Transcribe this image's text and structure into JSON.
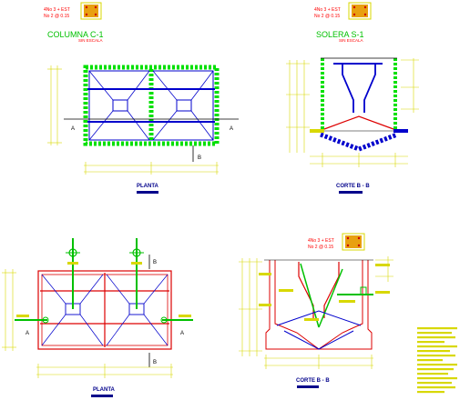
{
  "colors": {
    "background": "#ffffff",
    "concrete_green": "#00e000",
    "rebar_blue": "#0000cc",
    "wall_red": "#dd0000",
    "dimension_yellow": "#d8d800",
    "section_navy": "#00008b",
    "label_red": "#ff0000",
    "title_green": "#00c000"
  },
  "top_left": {
    "rebar_note_1": "4No 3 + EST",
    "rebar_note_2": "No 2 @ 0.15",
    "title": "COLUMNA C-1",
    "subtitle": "SIN ESCALA",
    "plan_label": "PLANTA",
    "section_left": "A",
    "section_right": "A",
    "section_b": "B"
  },
  "top_right": {
    "rebar_note_1": "4No 3 + EST",
    "rebar_note_2": "No 2 @ 0.15",
    "title": "SOLERA S-1",
    "subtitle": "SIN ESCALA",
    "section_label": "CORTE  B - B"
  },
  "bottom_left": {
    "plan_label": "PLANTA",
    "section_left": "A",
    "section_right": "A",
    "section_b_top": "B",
    "section_b_bottom": "B"
  },
  "bottom_right": {
    "rebar_note_1": "4No 3 + EST",
    "rebar_note_2": "No 2 @ 0.15",
    "section_label": "CORTE  B - B"
  }
}
